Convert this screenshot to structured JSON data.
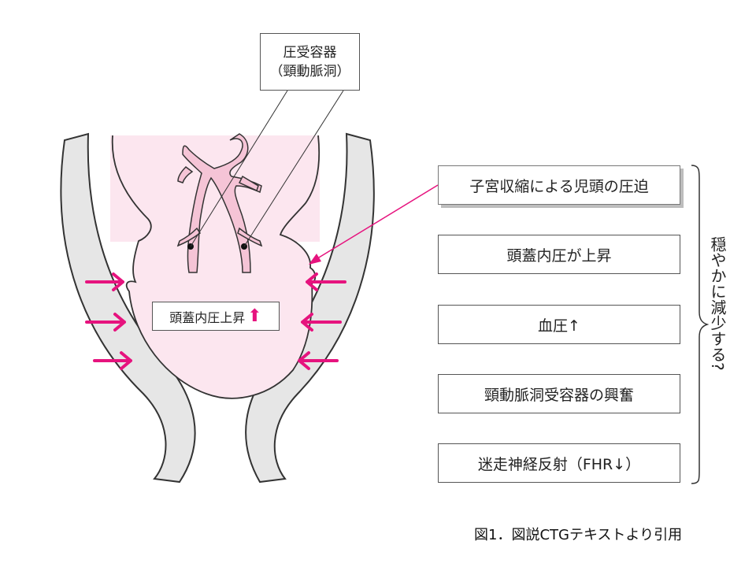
{
  "diagram": {
    "receptor_box": {
      "line1": "圧受容器",
      "line2": "（頸動脈洞）"
    },
    "head_label": {
      "text": "頭蓋内圧上昇",
      "arrow": "⬆"
    },
    "steps": [
      "子宮収縮による児頭の圧迫",
      "頭蓋内圧が上昇",
      "血圧↑",
      "頸動脈洞受容器の興奮",
      "迷走神経反射（FHR↓）"
    ],
    "brace_note": "穏やかに減少する?",
    "caption": "図1．図説CTGテキストより引用"
  },
  "colors": {
    "accent_magenta": "#e6137e",
    "head_fill": "#fce6ef",
    "pelvis_fill": "#e6e6e6",
    "artery_fill": "#f5c4d6"
  }
}
